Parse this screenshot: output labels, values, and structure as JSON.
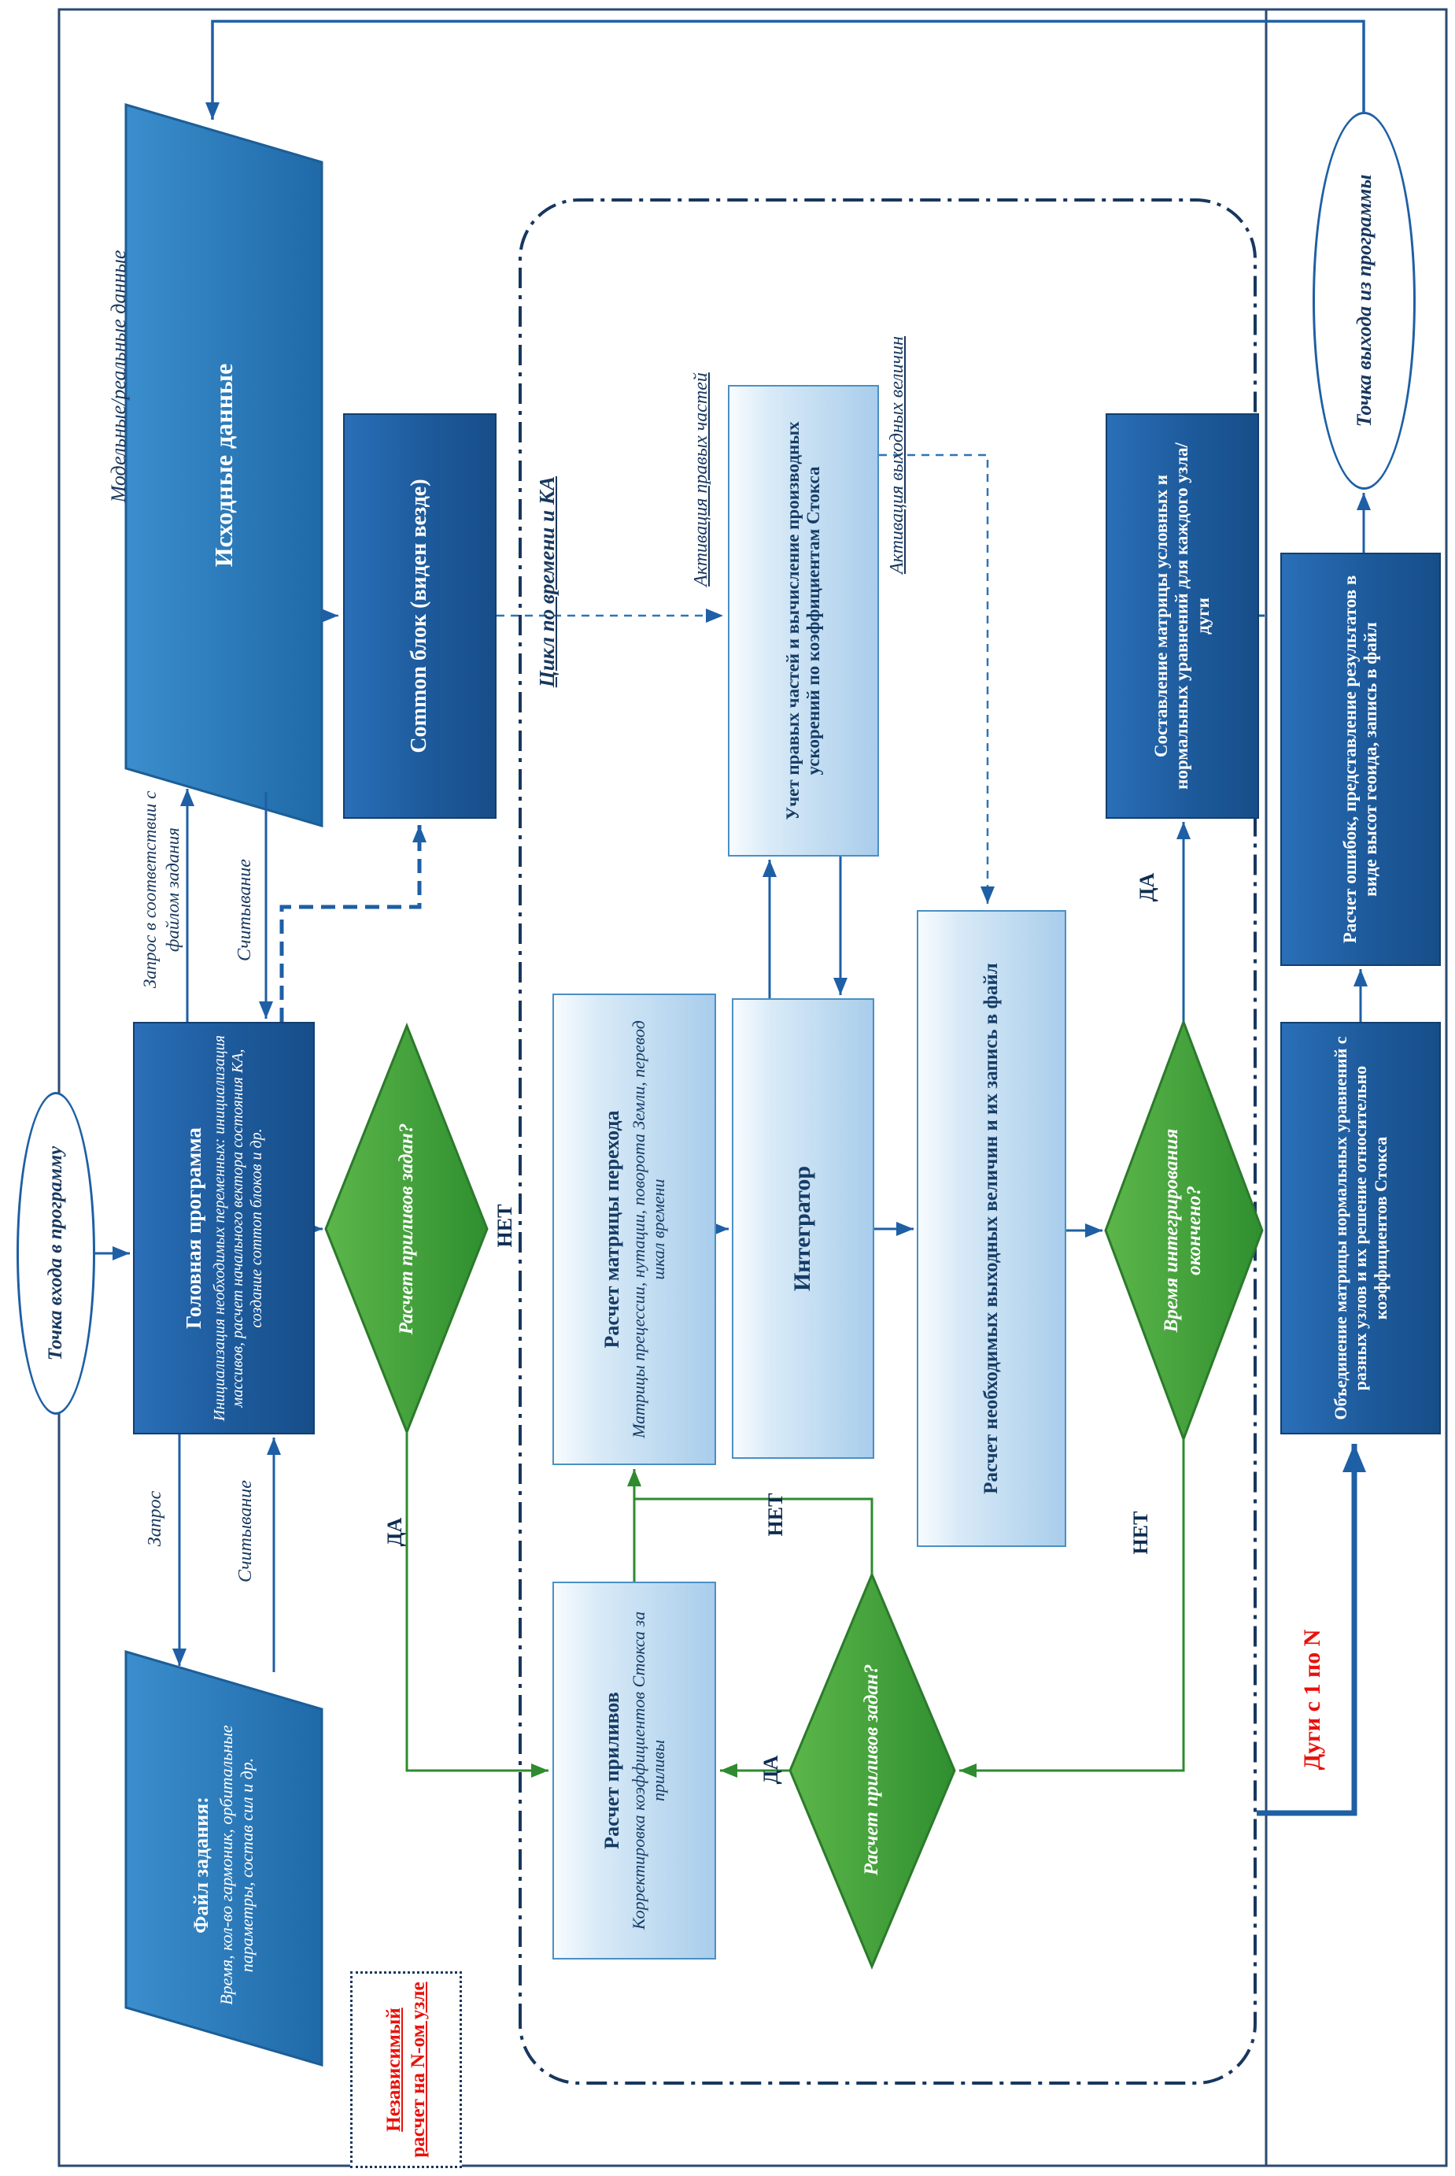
{
  "nodes": {
    "entry": {
      "label": "Точка входа в программу"
    },
    "input_data": {
      "label": "Исходные данные"
    },
    "task_file": {
      "title": "Файл задания:",
      "subtitle": "Время, кол-во гармоник, орбитальные параметры, состав сил и др."
    },
    "main": {
      "title": "Головная программа",
      "subtitle": "Инициализация необходимых переменных: инициализация массивов, расчет начального вектора состояния КА, создание common блоков и др."
    },
    "common": {
      "label": "Common блок (виден везде)"
    },
    "tides_q1": {
      "label": "Расчет приливов задан?"
    },
    "transition": {
      "title": "Расчет матрицы перехода",
      "subtitle": "Матрицы прецессии, нутации, поворота Земли, перевод шкал времени"
    },
    "integrator": {
      "label": "Интегратор"
    },
    "rhs": {
      "label": "Учет правых частей и вычисление производных ускорений по коэффициентам Стокса"
    },
    "outputs": {
      "label": "Расчет необходимых выходных величин и их запись в файл"
    },
    "tides": {
      "title": "Расчет приливов",
      "subtitle": "Корректировка коэффициентов Стокса за приливы"
    },
    "tides_q2": {
      "label": "Расчет приливов задан?"
    },
    "time_q": {
      "label": "Время интегрирования окончено?"
    },
    "equations": {
      "label": "Составление матрицы условных и нормальных уравнений для каждого узла/дуги"
    },
    "merge": {
      "label": "Объединение матрицы нормальных уравнений с разных узлов и их решение относительно коэффициентов Стокса"
    },
    "errors": {
      "label": "Расчет ошибок, представление результатов в виде высот геоида, запись в файл"
    },
    "exit": {
      "label": "Точка выхода из программы"
    }
  },
  "annotations": {
    "model_data": "Модельные/реальные данные",
    "cycle": "Цикл по времени и КА",
    "activation_rhs": "Активация правых частей",
    "activation_out": "Активация выходных величин",
    "request_left": "Запрос",
    "read_left": "Считывание",
    "request_right": "Запрос в соответствии с файлом задания",
    "read_right": "Считывание",
    "yes1": "ДА",
    "no1": "НЕТ",
    "yes2": "ДА",
    "no2": "НЕТ",
    "yes3": "ДА",
    "no3": "НЕТ",
    "arcs": "Дуги с 1 по N",
    "independent": "Независимый расчет на N-ом узле"
  },
  "colors": {
    "dark_box": "#1d5a9b",
    "light_box_border": "#4a90c4",
    "diamond_green": "#3da43d",
    "flow_line": "#1e5fa5",
    "loop_line": "#2e8b2e",
    "red_text": "#e8110a"
  }
}
